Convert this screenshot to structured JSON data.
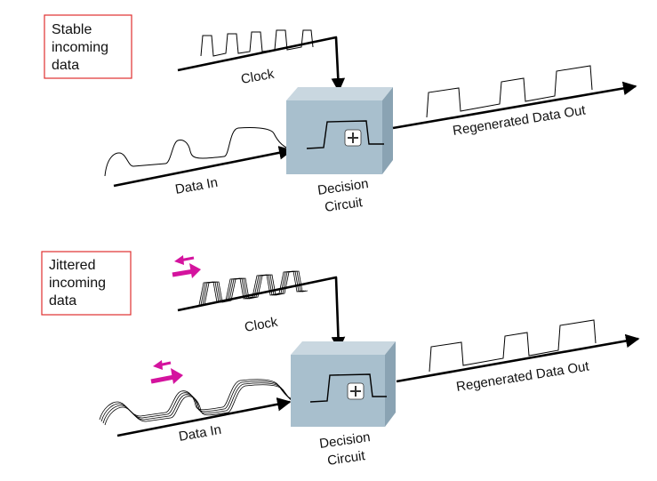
{
  "top": {
    "caption_lines": [
      "Stable",
      "incoming",
      "data"
    ],
    "clock_label": "Clock",
    "data_in_label": "Data In",
    "output_label": "Regenerated Data Out",
    "box_label_lines": [
      "Decision",
      "Circuit"
    ]
  },
  "bottom": {
    "caption_lines": [
      "Jittered",
      "incoming",
      "data"
    ],
    "clock_label": "Clock",
    "data_in_label": "Data In",
    "output_label": "Regenerated Data Out",
    "box_label_lines": [
      "Decision",
      "Circuit"
    ]
  },
  "colors": {
    "caption_border": "#e03030",
    "jitter_arrow": "#d4139e",
    "box_front": "#a8bfcd",
    "box_top": "#c9d7e0",
    "box_side": "#8aa3b3",
    "line": "#000000"
  },
  "icons": {
    "decision_symbol": "plus-icon",
    "jitter_indicator": "left-right-arrows-icon"
  }
}
